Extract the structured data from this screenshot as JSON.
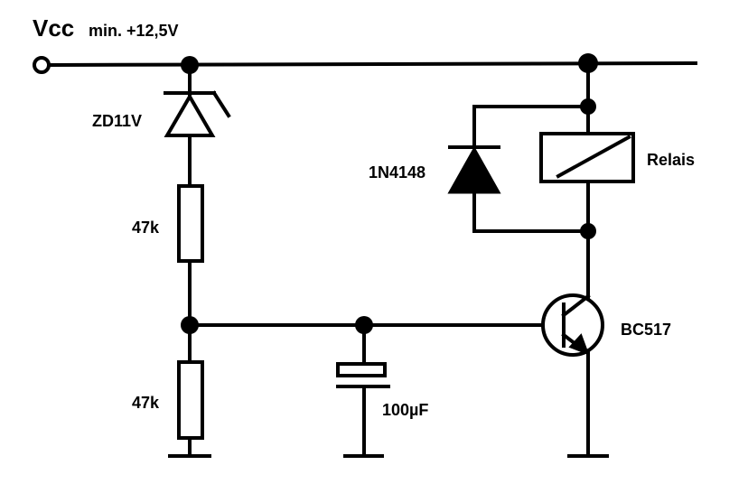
{
  "supply": {
    "name": "Vcc",
    "min_voltage": "min. +12,5V"
  },
  "components": {
    "zener": "ZD11V",
    "resistor_top": "47k",
    "resistor_bottom": "47k",
    "diode": "1N4148",
    "relay": "Relais",
    "capacitor": "100µF",
    "transistor": "BC517"
  }
}
